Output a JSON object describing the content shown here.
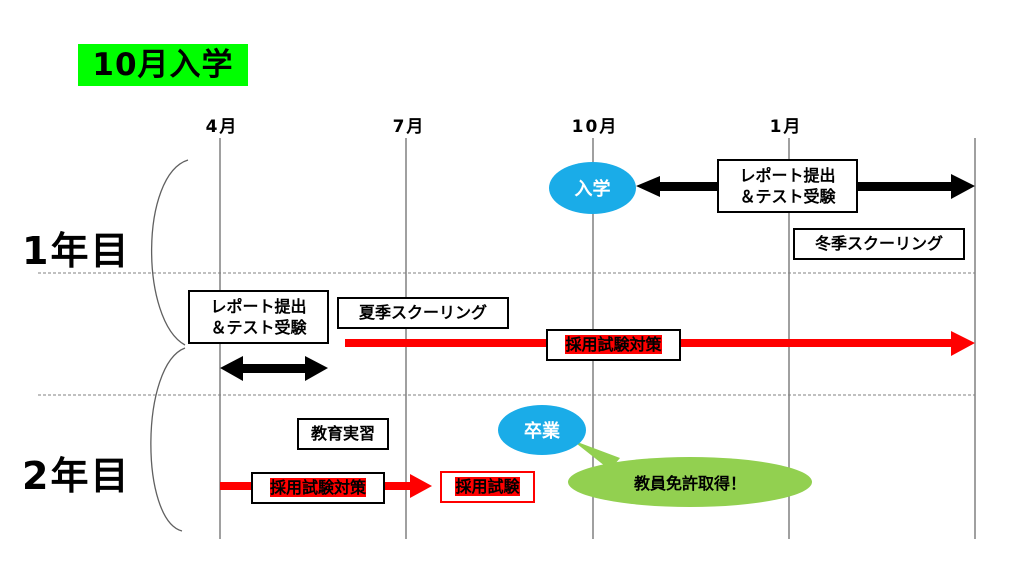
{
  "title": "10月入学",
  "colors": {
    "title_bg": "#00ff00",
    "circle": "#1aace8",
    "bubble": "#92d050",
    "red_arrow": "#ff0000",
    "black_arrow": "#000000",
    "grid": "#808080"
  },
  "timeline": {
    "months": [
      "4月",
      "7月",
      "10月",
      "1月"
    ]
  },
  "years": [
    {
      "label": "1年目"
    },
    {
      "label": "2年目"
    }
  ],
  "events": {
    "enrollment": "入学",
    "report_test_y1": [
      "レポート提出",
      "＆テスト受験"
    ],
    "winter_schooling": "冬季スクーリング",
    "report_test_y2": [
      "レポート提出",
      "＆テスト受験"
    ],
    "summer_schooling": "夏季スクーリング",
    "exam_prep_y1": "採用試験対策",
    "teaching_practice": "教育実習",
    "graduation": "卒業",
    "exam_prep_y2": "採用試験対策",
    "employment_exam": "採用試験",
    "license": "教員免許取得！"
  }
}
